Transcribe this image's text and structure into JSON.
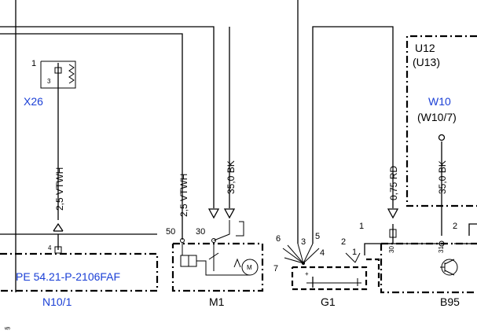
{
  "components": {
    "x26": {
      "ref": "X26",
      "pin_a": "1",
      "pin_b": "3"
    },
    "n10": {
      "ref": "N10/1",
      "part_no": "PE 54.21-P-2106FAF",
      "pin": "4"
    },
    "m1": {
      "ref": "M1",
      "pin_50": "50",
      "pin_30": "30",
      "motor": "M"
    },
    "g1": {
      "ref": "G1",
      "pins": [
        "6",
        "3",
        "5",
        "7",
        "4",
        "2",
        "1"
      ],
      "plus": "+"
    },
    "b95": {
      "ref": "B95",
      "pin_1": "1",
      "pin_2": "2",
      "pin_30": "30",
      "pin_31": "31"
    },
    "u12": {
      "ref": "U12",
      "alt": "(U13)"
    },
    "w10": {
      "ref": "W10",
      "alt": "(W10/7)"
    }
  },
  "wires": {
    "x26_n10": "2,5 VTWH",
    "m1_50": "2,5 VTWH",
    "m1_30": "35,0 BK",
    "b95_30": "0,75 RD",
    "w10": "35,0 BK"
  },
  "corner_mark": "§"
}
